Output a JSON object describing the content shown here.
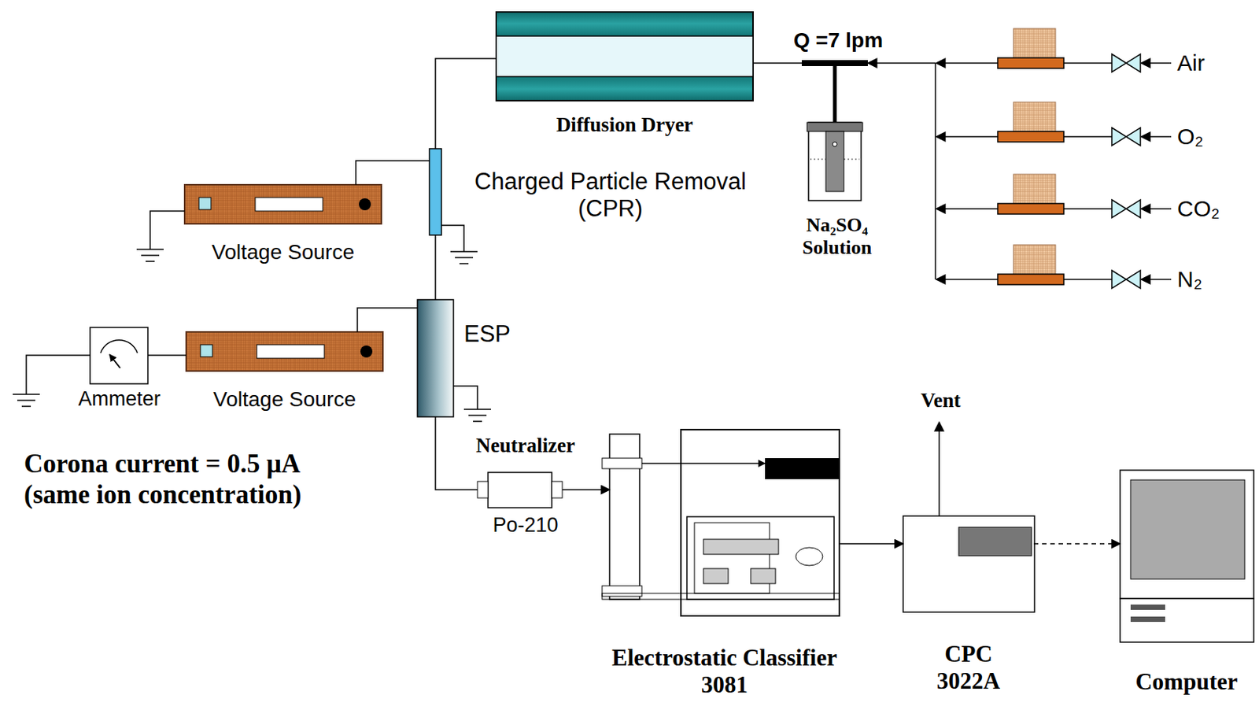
{
  "diagram": {
    "nodes": [
      {
        "text": [
          "Diffusion Dryer"
        ]
      },
      {
        "text": [
          "Na₂SO₄ Solution"
        ]
      },
      {
        "text": [
          "Charged Particle Removal (CPR)"
        ]
      },
      {
        "text": [
          "Voltage Source"
        ]
      },
      {
        "text": [
          "ESP"
        ]
      },
      {
        "text": [
          "Voltage Source"
        ]
      },
      {
        "text": [
          "Ammeter"
        ]
      },
      {
        "text": [
          "Neutralizer",
          "Po-210"
        ]
      },
      {
        "text": [
          "Electrostatic Classifier 3081"
        ]
      },
      {
        "text": [
          "CPC 3022A"
        ]
      },
      {
        "text": [
          "Computer"
        ]
      }
    ],
    "edges": [
      {
        "from": 1,
        "to": 0,
        "arrow": "none"
      },
      {
        "from": 0,
        "to": 2,
        "arrow": "none"
      },
      {
        "from": 3,
        "to": 2,
        "arrow": "none"
      },
      {
        "from": 2,
        "to": 4,
        "arrow": "none"
      },
      {
        "from": 5,
        "to": 4,
        "arrow": "none"
      },
      {
        "from": 6,
        "to": 5,
        "arrow": "none"
      },
      {
        "from": 4,
        "to": 7,
        "arrow": "none"
      },
      {
        "from": 7,
        "to": 8,
        "arrow": "to"
      },
      {
        "from": 8,
        "to": 9,
        "arrow": "to"
      },
      {
        "from": 9,
        "to": 10,
        "arrow": "to"
      }
    ],
    "labels": [
      "Q =7 lpm",
      "Air",
      "O₂",
      "CO₂",
      "N₂",
      "Vent",
      "Corona current = 0.5 μA (same ion concentration)"
    ]
  }
}
